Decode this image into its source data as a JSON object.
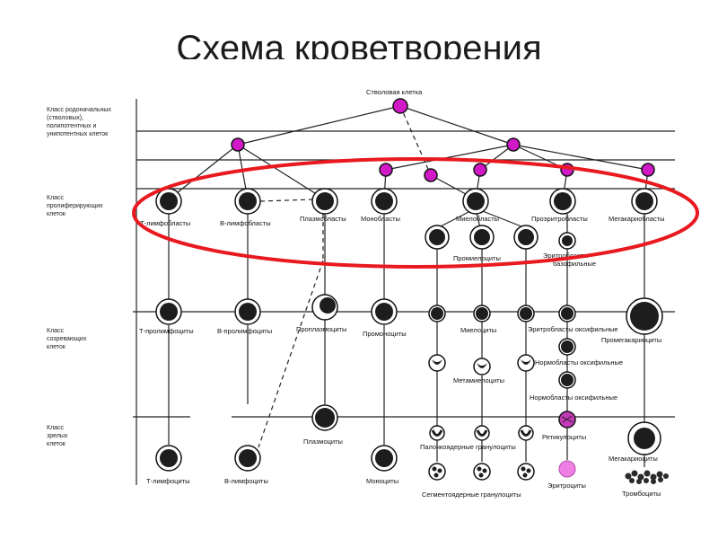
{
  "title": "Схема кроветворения",
  "colors": {
    "stem": "#d219c8",
    "reticulocyte": "#c33ab8",
    "erythrocyte": "#f07fe4",
    "highlight": "#e8191f",
    "cell_dark": "#1d1d1d"
  },
  "classes": [
    {
      "id": "stem",
      "label": [
        "Класс родоначальных",
        "(стволовых),",
        "полипотентных и",
        "унипотентных клеток"
      ]
    },
    {
      "id": "prolif",
      "label": [
        "Класс",
        "пролиферирующих",
        "клеток"
      ]
    },
    {
      "id": "mature_ing",
      "label": [
        "Класс",
        "созревающих",
        "клеток"
      ]
    },
    {
      "id": "mature",
      "label": [
        "Класс",
        "зрелых",
        "клеток"
      ]
    }
  ],
  "labels": {
    "stem_cell": "Стволовая клетка",
    "t_lymphoblasts": "Т-лимфобласты",
    "b_lymphoblasts": "В-лимфобласты",
    "plasmoblasts": "Плазмобласты",
    "monoblasts": "Монобласты",
    "myeloblasts": "Миелобласты",
    "proerythroblasts": "Проэритробласты",
    "megakaryoblasts": "Мегакариобласты",
    "promyelocytes": "Промиелоциты",
    "erythroblasts_basophilic_1": "Эритробласты",
    "erythroblasts_basophilic_2": "базофильные",
    "t_prolymphocytes": "Т-пролимфоциты",
    "b_prolymphocytes": "В-пролимфоциты",
    "proplasmocytes": "Проплазмоциты",
    "promonocytes": "Промоноциты",
    "myelocytes": "Миелоциты",
    "erythroblasts_polychromatophilic": "Эритробласты оксифильные",
    "promegakaryocytes": "Промегакариоциты",
    "normoblasts_polychromatophilic": "Нормобласты оксифильные",
    "metamyelocytes": "Метамиелоциты",
    "normoblasts_oxyphilic": "Нормобласты оксифильные",
    "plasmocytes": "Плазмоциты",
    "band_granulocytes": "Палочкоядерные гранулоциты",
    "reticulocytes": "Ретикулоциты",
    "megakaryocytes": "Мегакариоциты",
    "t_lymphocytes": "Т-лимфоциты",
    "b_lymphocytes": "В-лимфоциты",
    "monocytes": "Моноциты",
    "segmented_granulocytes": "Сегментоядерные гранулоциты",
    "erythrocytes": "Эритроциты",
    "platelets": "Тромбоциты"
  }
}
